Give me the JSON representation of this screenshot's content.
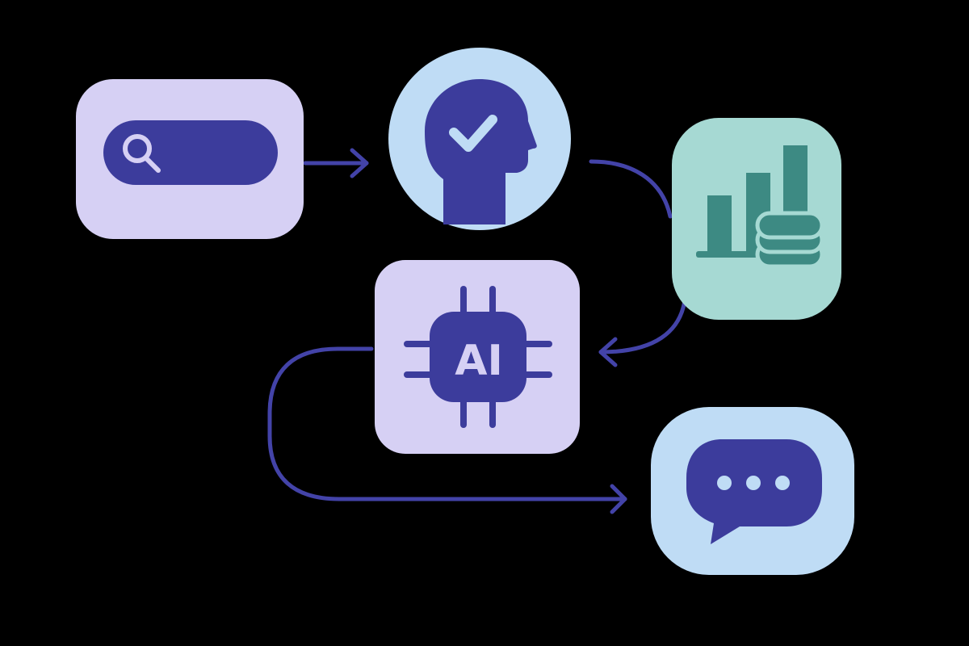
{
  "colors": {
    "background": "#000000",
    "lavender": "#D6D0F4",
    "light_blue": "#BFDCF5",
    "mint": "#A6D9D3",
    "indigo": "#3C3C9C",
    "teal": "#3D8A83",
    "connector": "#4343A8"
  },
  "nodes": [
    {
      "id": "search",
      "icon": "search-icon"
    },
    {
      "id": "human-review",
      "icon": "head-check-icon"
    },
    {
      "id": "data",
      "icon": "chart-database-icon"
    },
    {
      "id": "ai",
      "icon": "ai-chip-icon",
      "label": "AI"
    },
    {
      "id": "chat",
      "icon": "chat-bubble-icon"
    }
  ],
  "edges": [
    {
      "from": "search",
      "to": "human-review"
    },
    {
      "from": "human-review",
      "to": "data"
    },
    {
      "from": "data",
      "to": "ai"
    },
    {
      "from": "ai",
      "to": "chat"
    }
  ]
}
